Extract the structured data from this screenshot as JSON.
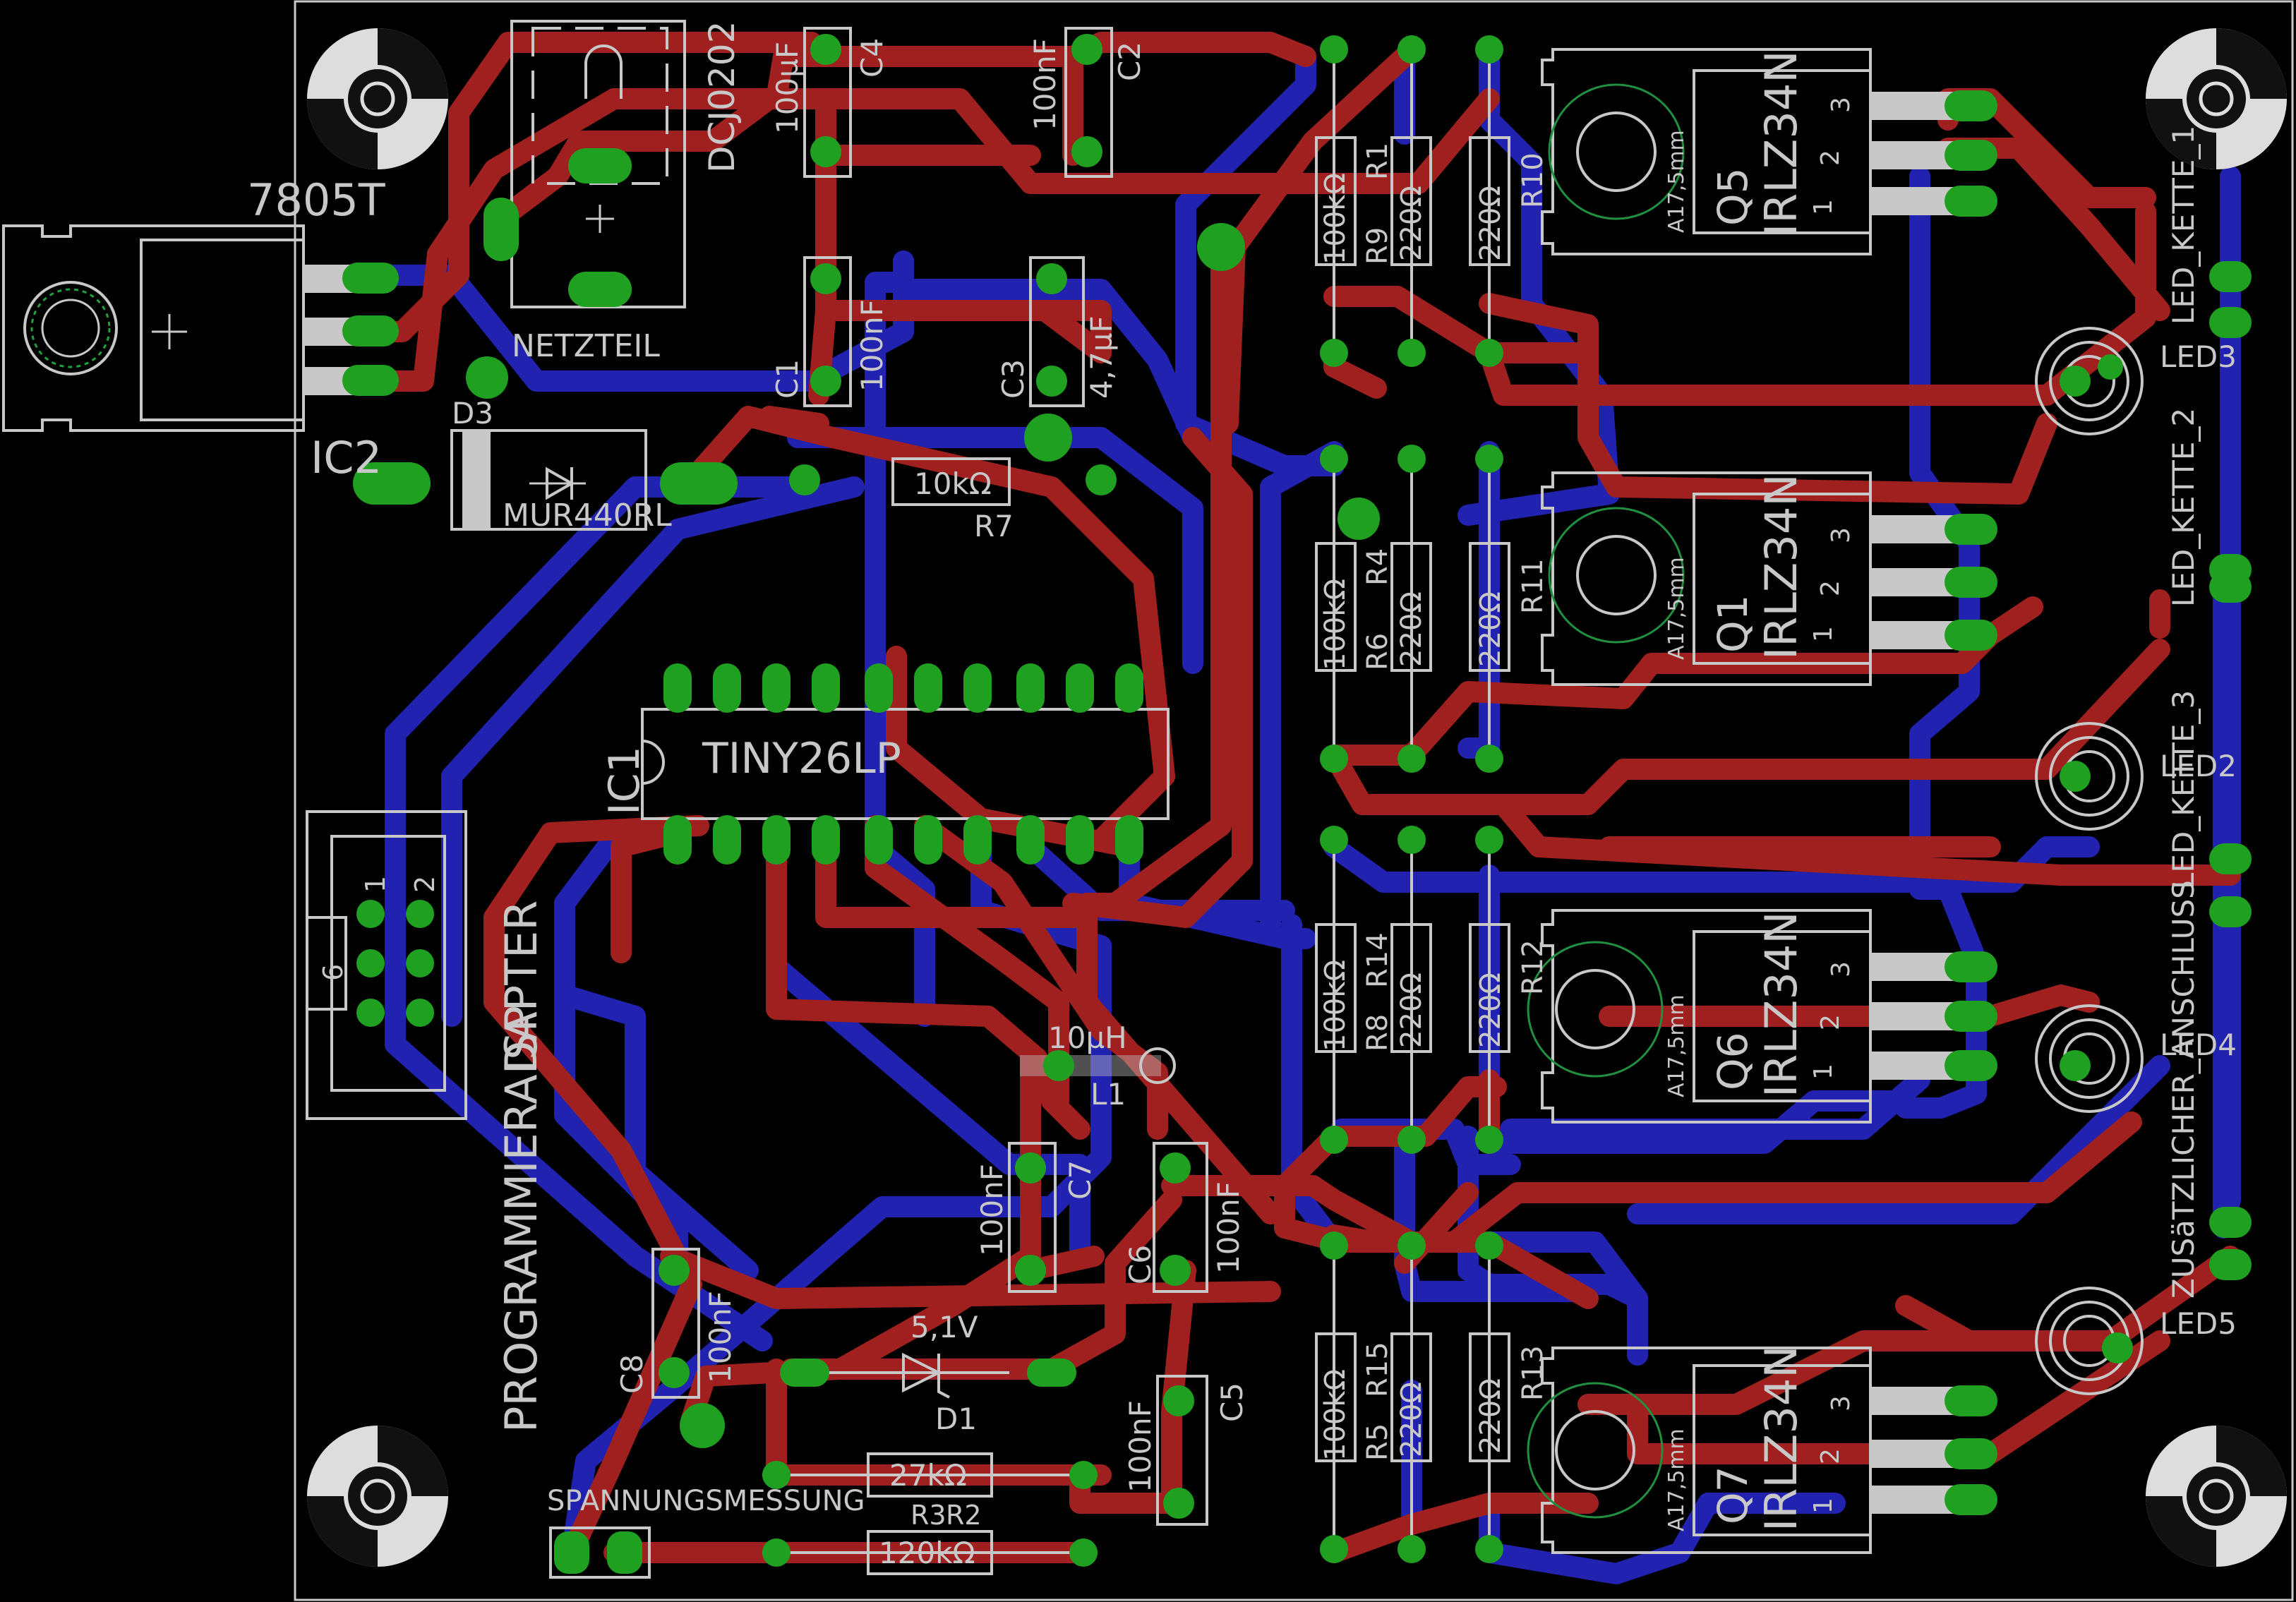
{
  "board": {
    "title_silkscreen": "",
    "colors": {
      "background": "#000000",
      "top_copper": "#a02020",
      "bottom_copper": "#2222b0",
      "pads": "#20a020",
      "silkscreen": "#c8c8c8"
    }
  },
  "labels": {
    "regulator_value": "7805T",
    "regulator_name": "IC2",
    "diode_power_name": "D3",
    "diode_power_value": "MUR440RL",
    "power_jack_value": "DCJ0202",
    "power_jack_name": "NETZTEIL",
    "c4_value": "100µF",
    "c4_name": "C4",
    "c2_value": "100nF",
    "c2_name": "C2",
    "c1_value": "100nF",
    "c1_name": "C1",
    "c3_value": "4,7µF",
    "c3_name": "C3",
    "r7_value": "10kΩ",
    "r7_name": "R7",
    "mcu_value": "TINY26LP",
    "mcu_name": "IC1",
    "isp_name": "ISP",
    "isp_label": "PROGRAMMIERADAPTER",
    "isp_pin1": "1",
    "isp_pin2": "2",
    "isp_pin6": "6",
    "l1_value": "10µH",
    "l1_name": "L1",
    "c7_value": "100nF",
    "c7_name": "C7",
    "c6_value": "100nF",
    "c6_name": "C6",
    "c8_value": "100nF",
    "c8_name": "C8",
    "c5_value": "100nF",
    "c5_name": "C5",
    "d1_value": "5,1V",
    "d1_name": "D1",
    "r3_value": "27kΩ",
    "r3_name": "R3",
    "r2_value": "120kΩ",
    "r2_name": "R2",
    "meas_label": "SPANNUNGSMESSUNG",
    "r9_value": "100kΩ",
    "r9_name": "R9",
    "r1_value": "220Ω",
    "r1_name": "R1",
    "r10_value": "220Ω",
    "r10_name": "R10",
    "r6_value": "100kΩ",
    "r6_name": "R6",
    "r4_value": "220Ω",
    "r4_name": "R4",
    "r11_value": "220Ω",
    "r11_name": "R11",
    "r8_value": "100kΩ",
    "r8_name": "R8",
    "r14_value": "220Ω",
    "r14_name": "R14",
    "r12_value": "220Ω",
    "r12_name": "R12",
    "r5_value": "100kΩ",
    "r5_name": "R5",
    "r15_value": "220Ω",
    "r15_name": "R15",
    "r13_value": "220Ω",
    "r13_name": "R13",
    "fet_value": "IRLZ34N",
    "heatsink": "A17,5mm",
    "q5": "Q5",
    "q1": "Q1",
    "q6": "Q6",
    "q7": "Q7",
    "pin1": "1",
    "pin2": "2",
    "pin3": "3",
    "led_chain_1": "LED_KETTE_1",
    "led_chain_2": "LED_KETTE_2",
    "led_chain_3": "LED_KETTE_3",
    "extra_conn": "ZUSäTZLICHER_ANSCHLUSS",
    "led3": "LED3",
    "led2": "LED2",
    "led4": "LED4",
    "led5": "LED5"
  }
}
